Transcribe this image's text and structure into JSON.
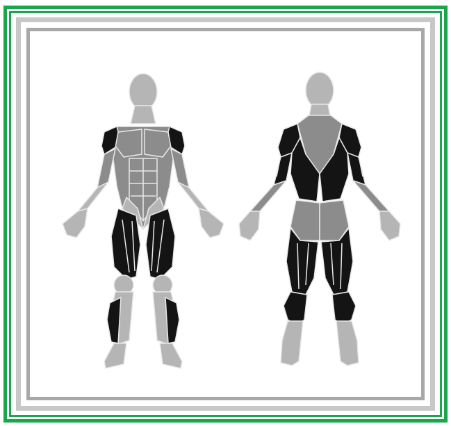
{
  "colors": {
    "frame_green": "#1aa64a",
    "frame_grey_light": "#c8c8c8",
    "frame_grey_dark": "#a8a8a8",
    "body_light": "#b5b5b5",
    "muscle_mid": "#8c8c8c",
    "muscle_target": "#141414",
    "outline": "#e8e8e8"
  },
  "figures": [
    {
      "view": "front",
      "highlighted": [
        "deltoids",
        "quadriceps",
        "calves"
      ]
    },
    {
      "view": "back",
      "highlighted": [
        "deltoids",
        "latissimus",
        "triceps",
        "hamstrings",
        "calves"
      ]
    }
  ]
}
